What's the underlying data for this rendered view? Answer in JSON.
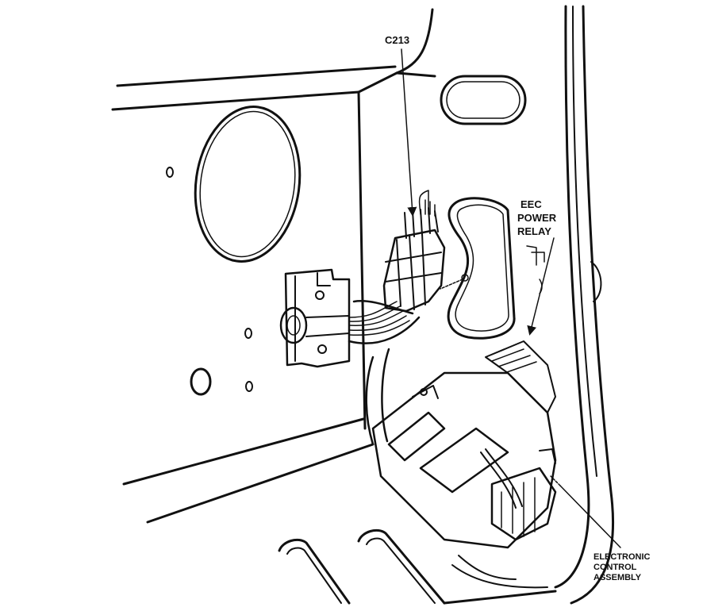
{
  "labels": {
    "c213": "C213",
    "eec_power_relay": [
      "EEC",
      "POWER",
      "RELAY"
    ],
    "electronic_control_assembly": [
      "ELECTRONIC",
      "CONTROL",
      "ASSEMBLY"
    ]
  },
  "colors": {
    "ink": "#111111",
    "background": "#ffffff",
    "shading": "#555555"
  }
}
